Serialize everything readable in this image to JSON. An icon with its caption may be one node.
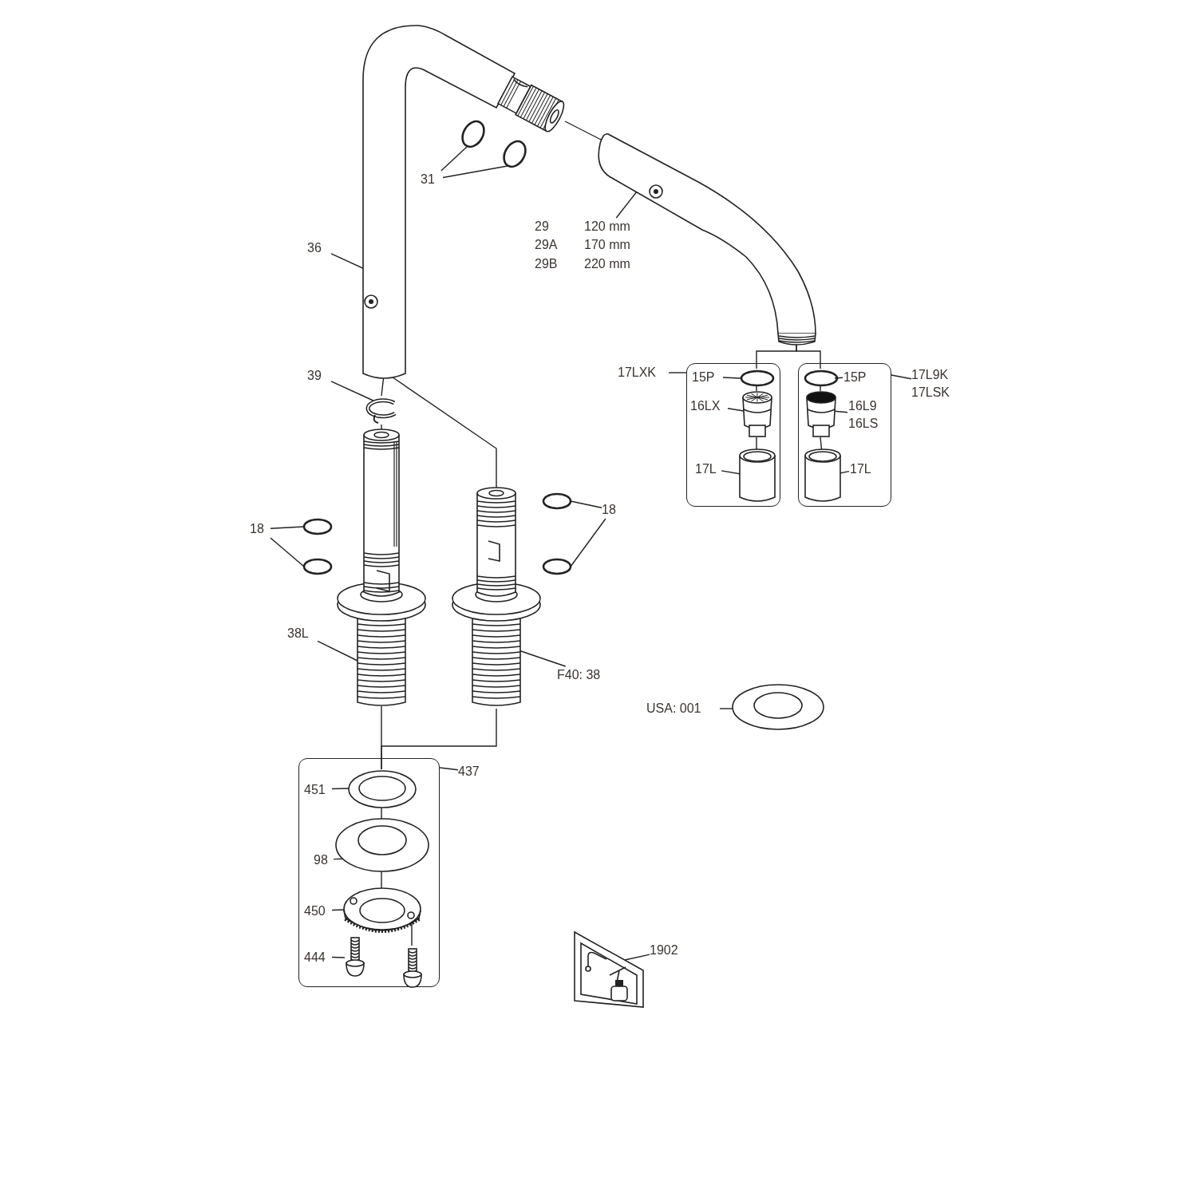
{
  "diagram": {
    "nodes": [
      {
        "text": [
          "31"
        ]
      },
      {
        "text": [],
        "shape": "circle"
      },
      {
        "text": [],
        "shape": "circle"
      },
      {
        "text": [],
        "shape": "picture"
      },
      {
        "text": [],
        "shape": "picture"
      },
      {
        "text": [
          "29",
          "120 mm",
          "29A",
          "170 mm",
          "29B",
          "220 mm"
        ]
      },
      {
        "text": [
          "36"
        ]
      },
      {
        "text": [
          "39"
        ]
      },
      {
        "text": [],
        "shape": "picture"
      },
      {
        "text": [],
        "shape": "box"
      },
      {
        "text": [
          "17LXK"
        ]
      },
      {
        "text": [
          "15P"
        ],
        "in": 9
      },
      {
        "text": [],
        "shape": "circle",
        "in": 9
      },
      {
        "text": [
          "16LX"
        ],
        "in": 9
      },
      {
        "text": [],
        "shape": "picture",
        "in": 9
      },
      {
        "text": [
          "17L"
        ],
        "in": 9
      },
      {
        "text": [],
        "shape": "cylinder",
        "in": 9
      },
      {
        "text": [],
        "shape": "box"
      },
      {
        "text": [
          "17L9K",
          "17LSK"
        ]
      },
      {
        "text": [
          "15P"
        ],
        "in": 17
      },
      {
        "text": [],
        "shape": "circle",
        "in": 17
      },
      {
        "text": [
          "16L9",
          "16LS"
        ],
        "in": 17
      },
      {
        "text": [],
        "shape": "picture",
        "in": 17
      },
      {
        "text": [
          "17L"
        ],
        "in": 17
      },
      {
        "text": [],
        "shape": "cylinder",
        "in": 17
      },
      {
        "text": [],
        "shape": "picture"
      },
      {
        "text": [],
        "shape": "picture"
      },
      {
        "text": [
          "18"
        ]
      },
      {
        "text": [],
        "shape": "circle"
      },
      {
        "text": [],
        "shape": "circle"
      },
      {
        "text": [],
        "shape": "circle"
      },
      {
        "text": [],
        "shape": "circle"
      },
      {
        "text": [
          "18"
        ]
      },
      {
        "text": [
          "38L"
        ]
      },
      {
        "text": [
          "F40: 38"
        ]
      },
      {
        "text": [
          "USA: 001"
        ]
      },
      {
        "text": [],
        "shape": "picture"
      },
      {
        "text": [],
        "shape": "box"
      },
      {
        "text": [
          "437"
        ]
      },
      {
        "text": [
          "451"
        ],
        "in": 37
      },
      {
        "text": [],
        "shape": "picture",
        "in": 37
      },
      {
        "text": [
          "98"
        ],
        "in": 37
      },
      {
        "text": [],
        "shape": "picture",
        "in": 37
      },
      {
        "text": [
          "450"
        ],
        "in": 37
      },
      {
        "text": [],
        "shape": "picture",
        "in": 37
      },
      {
        "text": [
          "444"
        ],
        "in": 37
      },
      {
        "text": [],
        "shape": "picture",
        "in": 37
      },
      {
        "text": [],
        "shape": "picture",
        "in": 37
      },
      {
        "text": [
          "1902"
        ]
      },
      {
        "text": [],
        "shape": "picture"
      }
    ],
    "edges": [
      {
        "from": 0,
        "to": 1,
        "arrow": "none"
      },
      {
        "from": 0,
        "to": 2,
        "arrow": "none"
      },
      {
        "from": 3,
        "to": 4,
        "arrow": "none"
      },
      {
        "from": 5,
        "to": 4,
        "arrow": "none"
      },
      {
        "from": 6,
        "to": 3,
        "arrow": "none"
      },
      {
        "from": 7,
        "to": 8,
        "arrow": "none"
      },
      {
        "from": 3,
        "to": 8,
        "arrow": "none"
      },
      {
        "from": 8,
        "to": 25,
        "arrow": "none"
      },
      {
        "from": 3,
        "to": 26,
        "arrow": "none"
      },
      {
        "from": 10,
        "to": 9,
        "arrow": "none"
      },
      {
        "from": 11,
        "to": 12,
        "arrow": "none"
      },
      {
        "from": 13,
        "to": 14,
        "arrow": "none"
      },
      {
        "from": 15,
        "to": 16,
        "arrow": "none"
      },
      {
        "from": 18,
        "to": 17,
        "arrow": "none"
      },
      {
        "from": 19,
        "to": 20,
        "arrow": "none"
      },
      {
        "from": 21,
        "to": 22,
        "arrow": "none"
      },
      {
        "from": 23,
        "to": 24,
        "arrow": "none"
      },
      {
        "from": 4,
        "to": 12,
        "arrow": "none"
      },
      {
        "from": 4,
        "to": 20,
        "arrow": "none"
      },
      {
        "from": 12,
        "to": 14,
        "arrow": "none"
      },
      {
        "from": 14,
        "to": 16,
        "arrow": "none"
      },
      {
        "from": 20,
        "to": 22,
        "arrow": "none"
      },
      {
        "from": 22,
        "to": 24,
        "arrow": "none"
      },
      {
        "from": 27,
        "to": 28,
        "arrow": "none"
      },
      {
        "from": 27,
        "to": 29,
        "arrow": "none"
      },
      {
        "from": 32,
        "to": 30,
        "arrow": "none"
      },
      {
        "from": 32,
        "to": 31,
        "arrow": "none"
      },
      {
        "from": 33,
        "to": 25,
        "arrow": "none"
      },
      {
        "from": 34,
        "to": 26,
        "arrow": "none"
      },
      {
        "from": 35,
        "to": 36,
        "arrow": "none"
      },
      {
        "from": 25,
        "to": 40,
        "arrow": "none"
      },
      {
        "from": 26,
        "to": 40,
        "arrow": "none"
      },
      {
        "from": 38,
        "to": 37,
        "arrow": "none"
      },
      {
        "from": 39,
        "to": 40,
        "arrow": "none"
      },
      {
        "from": 41,
        "to": 42,
        "arrow": "none"
      },
      {
        "from": 43,
        "to": 44,
        "arrow": "none"
      },
      {
        "from": 45,
        "to": 46,
        "arrow": "none"
      },
      {
        "from": 40,
        "to": 42,
        "arrow": "none"
      },
      {
        "from": 42,
        "to": 44,
        "arrow": "none"
      },
      {
        "from": 44,
        "to": 47,
        "arrow": "none"
      },
      {
        "from": 48,
        "to": 49,
        "arrow": "none"
      }
    ]
  }
}
